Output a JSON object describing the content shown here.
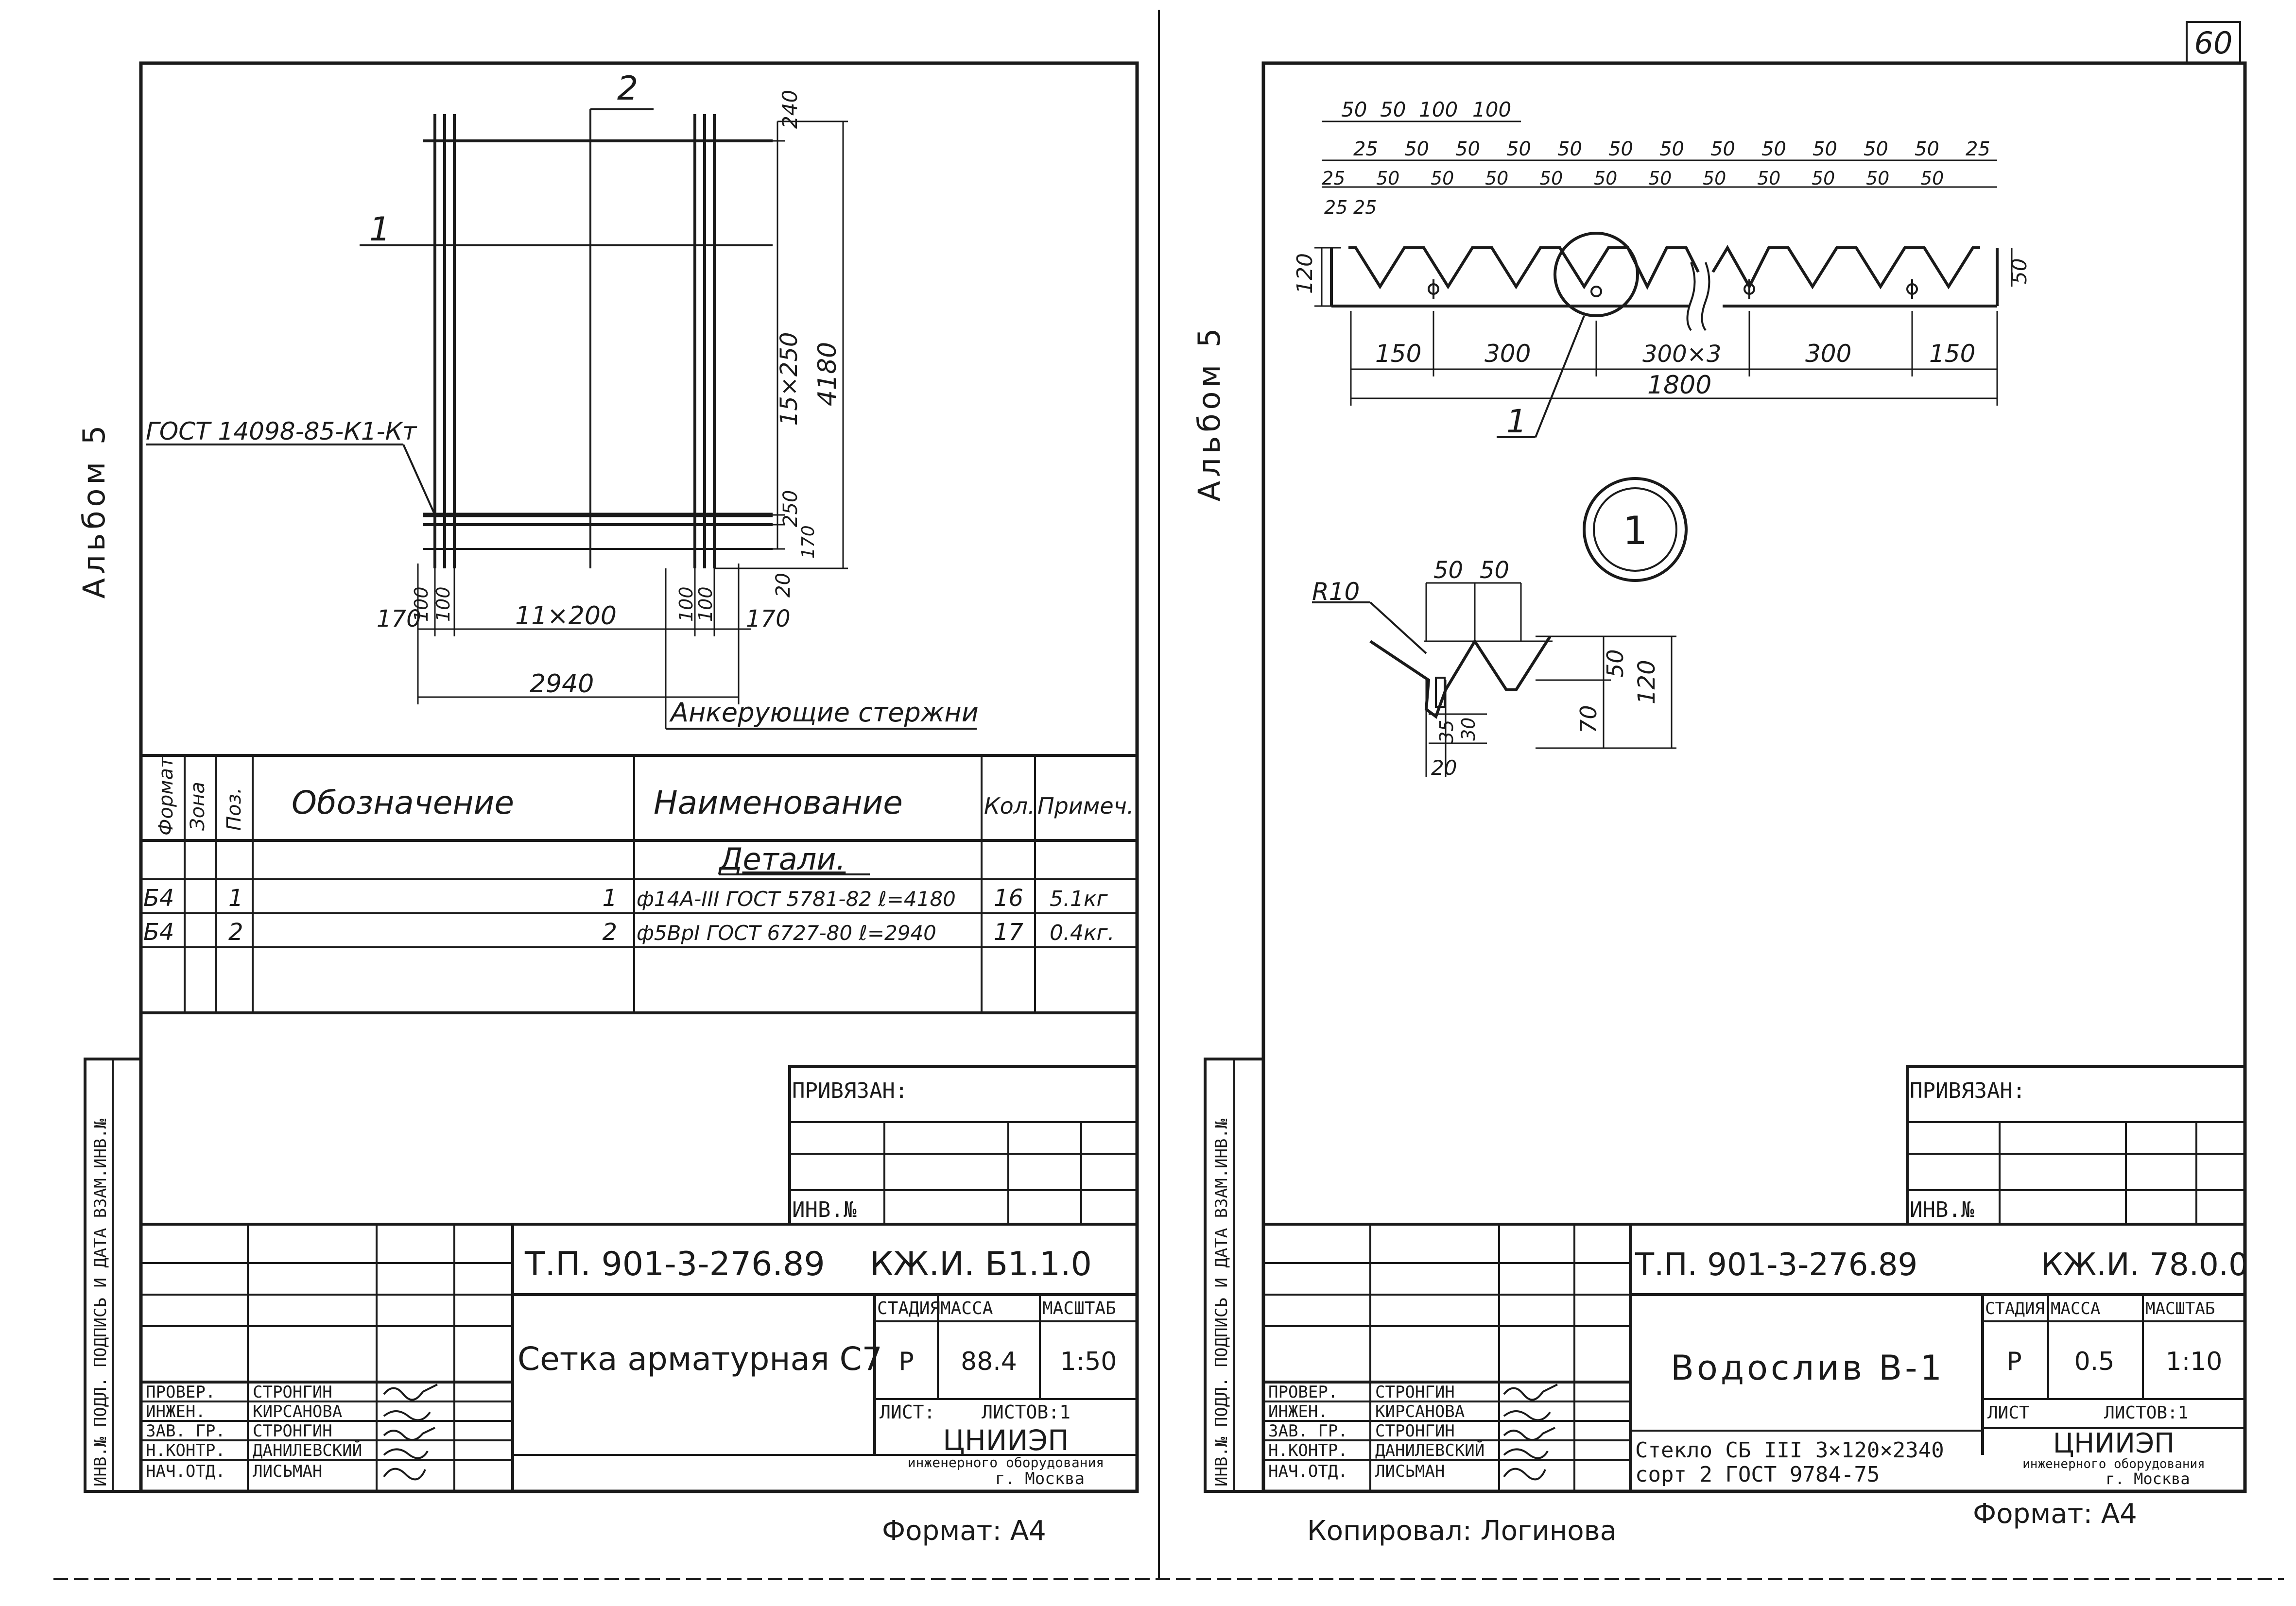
{
  "page_number": "60",
  "left": {
    "album": "Альбом 5",
    "labels": {
      "pos1": "1",
      "pos2": "2",
      "gost_mesh": "ГОСТ 14098-85-К1-Кт",
      "anchor": "Анкерующие стержни"
    },
    "dims": {
      "d240": "240",
      "d4180": "4180",
      "d15x250": "15×250",
      "d250": "250",
      "d170v": "170",
      "d20v": "20",
      "d170l": "170",
      "d100a": "100",
      "d100b": "100",
      "d11x200": "11×200",
      "d100c": "100",
      "d100d": "100",
      "d170r": "170",
      "d2940": "2940"
    },
    "spec": {
      "headers": {
        "format": "Формат",
        "zone": "Зона",
        "pos": "Поз.",
        "designation": "Обозначение",
        "name": "Наименование",
        "qty": "Кол.",
        "note": "Примеч."
      },
      "section": "Детали.",
      "rows": [
        {
          "format": "Б4",
          "pos": "1",
          "designation": "1",
          "name": "ф14А-III ГОСТ 5781-82 ℓ=4180",
          "qty": "16",
          "note": "5.1кг"
        },
        {
          "format": "Б4",
          "pos": "2",
          "designation": "2",
          "name": "ф5ВрI ГОСТ 6727-80 ℓ=2940",
          "qty": "17",
          "note": "0.4кг."
        }
      ]
    },
    "stamp": {
      "privyazan": "ПРИВЯЗАН:",
      "inv": "ИНВ.№",
      "project": "Т.П. 901-3-276.89",
      "code": "КЖ.И. Б1.1.0",
      "title": "Сетка арматурная С7",
      "stage_h": "СТАДИЯ",
      "mass_h": "МАССА",
      "scale_h": "МАСШТАБ",
      "stage": "Р",
      "mass": "88.4",
      "scale": "1:50",
      "sheet": "ЛИСТ:",
      "sheets": "ЛИСТОВ:1",
      "org1": "ЦНИИЭП",
      "org2": "инженерного оборудования",
      "org3": "г. Москва",
      "format": "Формат: А4",
      "side": "ИНВ.№ ПОДЛ.  ПОДПИСЬ И ДАТА  ВЗАМ.ИНВ.№",
      "people": [
        {
          "role": "ПРОВЕР.",
          "name": "СТРОНГИН"
        },
        {
          "role": "ИНЖЕН.",
          "name": "КИРСАНОВА"
        },
        {
          "role": "ЗАВ. ГР.",
          "name": "СТРОНГИН"
        },
        {
          "role": "Н.КОНТР.",
          "name": "ДАНИЛЕВСКИЙ"
        },
        {
          "role": "НАЧ.ОТД.",
          "name": "ЛИСЬМАН"
        }
      ]
    }
  },
  "right": {
    "album": "Альбом 5",
    "top_dims": {
      "row1": [
        "50",
        "50",
        "100",
        "100"
      ],
      "row2": [
        "25",
        "50",
        "50",
        "50",
        "50",
        "50",
        "50",
        "50",
        "50",
        "50",
        "50",
        "50",
        "25"
      ],
      "row3": [
        "25",
        "50",
        "50",
        "50",
        "50",
        "50",
        "50",
        "50",
        "50",
        "50",
        "50",
        "50"
      ],
      "small": [
        "25",
        "25"
      ]
    },
    "dims": {
      "h120": "120",
      "h50": "50",
      "d150a": "150",
      "d300a": "300",
      "d300x3": "300×3",
      "d300b": "300",
      "d150b": "150",
      "d1800": "1800"
    },
    "callout": "1",
    "detail": {
      "marker": "1",
      "r10": "R10",
      "d50a": "50",
      "d50b": "50",
      "d50v": "50",
      "d120v": "120",
      "d70": "70",
      "d35": "35",
      "d30": "30",
      "d20": "20"
    },
    "stamp": {
      "privyazan": "ПРИВЯЗАН:",
      "inv": "ИНВ.№",
      "project": "Т.П. 901-3-276.89",
      "code": "КЖ.И. 78.0.0",
      "title": "Водослив В-1",
      "stage_h": "СТАДИЯ",
      "mass_h": "МАССА",
      "scale_h": "МАСШТАБ",
      "stage": "Р",
      "mass": "0.5",
      "scale": "1:10",
      "sheet": "ЛИСТ",
      "sheets": "ЛИСТОВ:1",
      "material1": "Стекло СБ III 3×120×2340",
      "material2": "сорт 2 ГОСТ 9784-75",
      "org1": "ЦНИИЭП",
      "org2": "инженерного оборудования",
      "org3": "г. Москва",
      "format": "Формат: А4",
      "copied": "Копировал: Логинова",
      "side": "ИНВ.№ ПОДЛ.  ПОДПИСЬ И ДАТА  ВЗАМ.ИНВ.№",
      "people": [
        {
          "role": "ПРОВЕР.",
          "name": "СТРОНГИН"
        },
        {
          "role": "ИНЖЕН.",
          "name": "КИРСАНОВА"
        },
        {
          "role": "ЗАВ. ГР.",
          "name": "СТРОНГИН"
        },
        {
          "role": "Н.КОНТР.",
          "name": "ДАНИЛЕВСКИЙ"
        },
        {
          "role": "НАЧ.ОТД.",
          "name": "ЛИСЬМАН"
        }
      ]
    }
  }
}
